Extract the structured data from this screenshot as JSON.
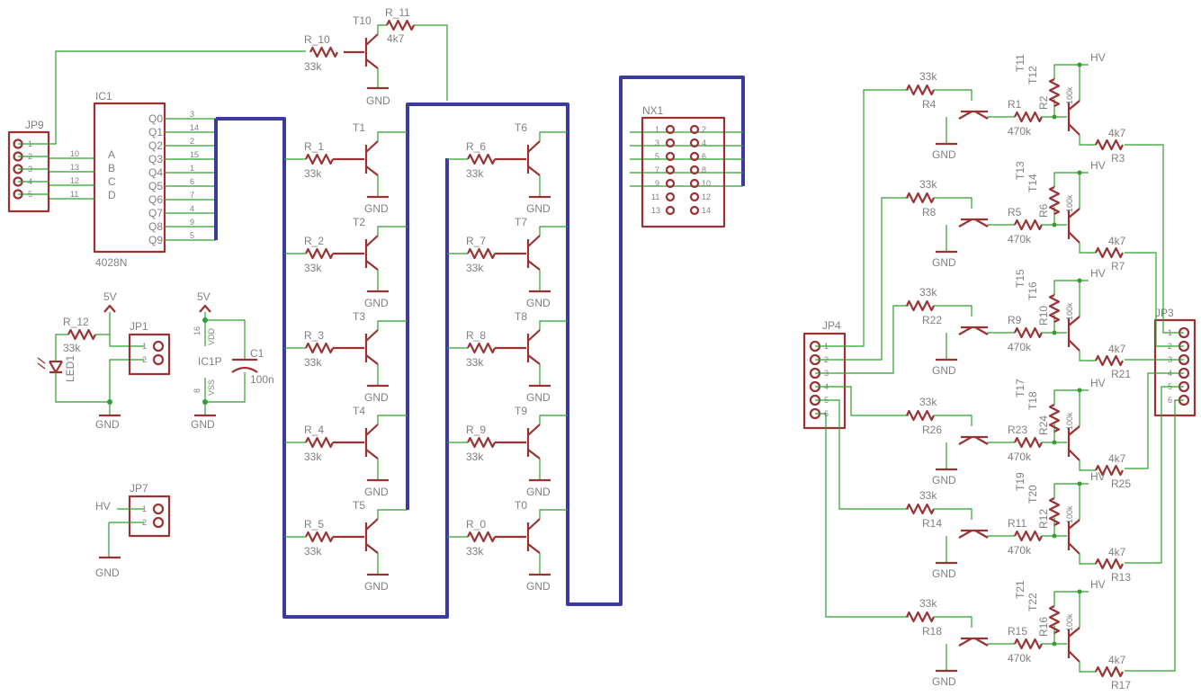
{
  "colors": {
    "symbol": "#993333",
    "wire": "#2f9f2f",
    "bus": "#3a3aa0",
    "text": "#808080",
    "background": "#ffffff"
  },
  "ic1": {
    "name": "IC1",
    "value": "4028N",
    "inputs": [
      "A",
      "B",
      "C",
      "D"
    ],
    "input_pins": [
      "10",
      "13",
      "12",
      "11"
    ],
    "outputs": [
      "Q0",
      "Q1",
      "Q2",
      "Q3",
      "Q4",
      "Q5",
      "Q6",
      "Q7",
      "Q8",
      "Q9"
    ],
    "output_pins": [
      "3",
      "14",
      "2",
      "15",
      "1",
      "6",
      "7",
      "4",
      "9",
      "5"
    ]
  },
  "ic1p": {
    "name": "IC1P",
    "vdd": "VDD",
    "vss": "VSS",
    "vdd_pin": "16",
    "vss_pin": "8"
  },
  "c1": {
    "name": "C1",
    "value": "100n"
  },
  "jp9": {
    "name": "JP9",
    "pins": [
      "1",
      "2",
      "3",
      "4",
      "5"
    ]
  },
  "jp1": {
    "name": "JP1",
    "pins": [
      "1",
      "2"
    ]
  },
  "jp7": {
    "name": "JP7",
    "pins": [
      "1",
      "2"
    ]
  },
  "jp4": {
    "name": "JP4",
    "pins": [
      "1",
      "2",
      "3",
      "4",
      "5",
      "6"
    ]
  },
  "jp3": {
    "name": "JP3",
    "pins": [
      "1",
      "2",
      "3",
      "4",
      "5",
      "6"
    ]
  },
  "nx1": {
    "name": "NX1",
    "left_pins": [
      "1",
      "3",
      "5",
      "7",
      "9",
      "11",
      "13"
    ],
    "right_pins": [
      "2",
      "4",
      "6",
      "8",
      "10",
      "12",
      "14"
    ]
  },
  "led1": {
    "name": "LED1"
  },
  "r12": {
    "name": "R_12",
    "value": "33k"
  },
  "r11": {
    "name": "R_11",
    "value": "4k7"
  },
  "nets": {
    "gnd": "GND",
    "v5": "5V",
    "hv": "HV"
  },
  "left_drivers": [
    {
      "t": "T10",
      "r": "R_10",
      "v": "33k"
    },
    {
      "t": "T1",
      "r": "R_1",
      "v": "33k"
    },
    {
      "t": "T2",
      "r": "R_2",
      "v": "33k"
    },
    {
      "t": "T3",
      "r": "R_3",
      "v": "33k"
    },
    {
      "t": "T4",
      "r": "R_4",
      "v": "33k"
    },
    {
      "t": "T5",
      "r": "R_5",
      "v": "33k"
    },
    {
      "t": "T6",
      "r": "R_6",
      "v": "33k"
    },
    {
      "t": "T7",
      "r": "R_7",
      "v": "33k"
    },
    {
      "t": "T8",
      "r": "R_8",
      "v": "33k"
    },
    {
      "t": "T9",
      "r": "R_9",
      "v": "33k"
    },
    {
      "t": "T0",
      "r": "R_0",
      "v": "33k"
    }
  ],
  "hv_stages": [
    {
      "ta": "T11",
      "tb": "T12",
      "rin": "R4",
      "rb": "R1",
      "rpu": "R2",
      "rout": "R3"
    },
    {
      "ta": "T13",
      "tb": "T14",
      "rin": "R8",
      "rb": "R5",
      "rpu": "R6",
      "rout": "R7"
    },
    {
      "ta": "T15",
      "tb": "T16",
      "rin": "R22",
      "rb": "R9",
      "rpu": "R10",
      "rout": "R21"
    },
    {
      "ta": "T17",
      "tb": "T18",
      "rin": "R26",
      "rb": "R23",
      "rpu": "R24",
      "rout": "R25"
    },
    {
      "ta": "T19",
      "tb": "T20",
      "rin": "R14",
      "rb": "R11",
      "rpu": "R12",
      "rout": "R13"
    },
    {
      "ta": "T21",
      "tb": "T22",
      "rin": "R18",
      "rb": "R15",
      "rpu": "R16",
      "rout": "R17"
    }
  ],
  "hv_values": {
    "rin": "33k",
    "rb": "470k",
    "rpu": "100k",
    "rout": "4k7"
  }
}
